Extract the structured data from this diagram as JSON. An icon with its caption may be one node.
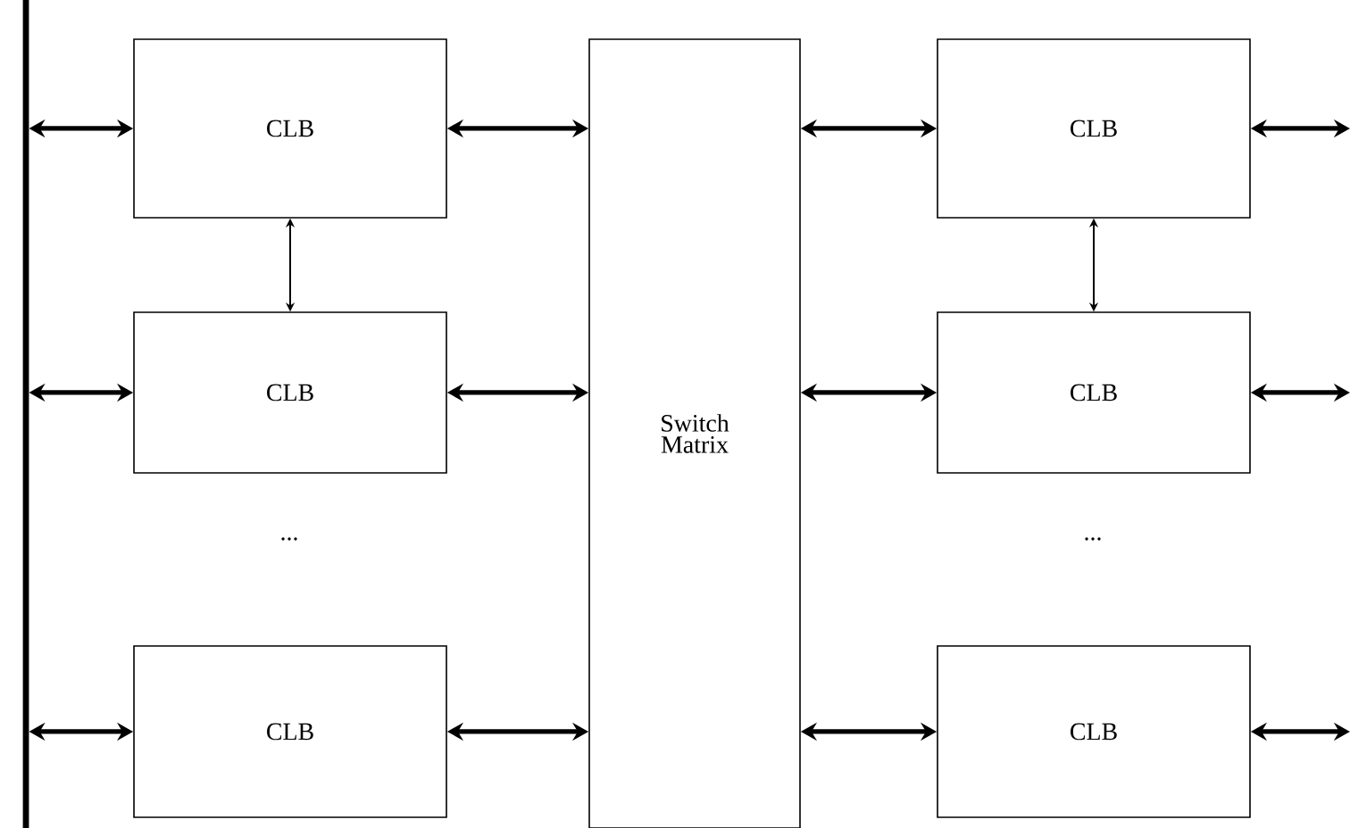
{
  "diagram": {
    "nodes": [
      {
        "text": [],
        "shape": "bar"
      },
      {
        "text": [
          "CLB"
        ]
      },
      {
        "text": [
          "CLB"
        ]
      },
      {
        "text": [
          "CLB"
        ]
      },
      {
        "text": [
          "Switch Matrix"
        ]
      },
      {
        "text": [
          "CLB"
        ]
      },
      {
        "text": [
          "CLB"
        ]
      },
      {
        "text": [
          "CLB"
        ]
      }
    ],
    "edges": [
      {
        "from": 0,
        "to": 1,
        "arrow": "both"
      },
      {
        "from": 1,
        "to": 4,
        "arrow": "both"
      },
      {
        "from": 4,
        "to": 5,
        "arrow": "both"
      },
      {
        "from": 5,
        "to": null,
        "arrow": "both"
      },
      {
        "from": 1,
        "to": 2,
        "arrow": "both"
      },
      {
        "from": 5,
        "to": 6,
        "arrow": "both"
      },
      {
        "from": 0,
        "to": 2,
        "arrow": "both"
      },
      {
        "from": 2,
        "to": 4,
        "arrow": "both"
      },
      {
        "from": 4,
        "to": 6,
        "arrow": "both"
      },
      {
        "from": 6,
        "to": null,
        "arrow": "both"
      },
      {
        "from": 0,
        "to": 3,
        "arrow": "both"
      },
      {
        "from": 3,
        "to": 4,
        "arrow": "both"
      },
      {
        "from": 4,
        "to": 7,
        "arrow": "both"
      },
      {
        "from": 7,
        "to": null,
        "arrow": "both"
      }
    ],
    "labels": [
      "...",
      "..."
    ]
  }
}
